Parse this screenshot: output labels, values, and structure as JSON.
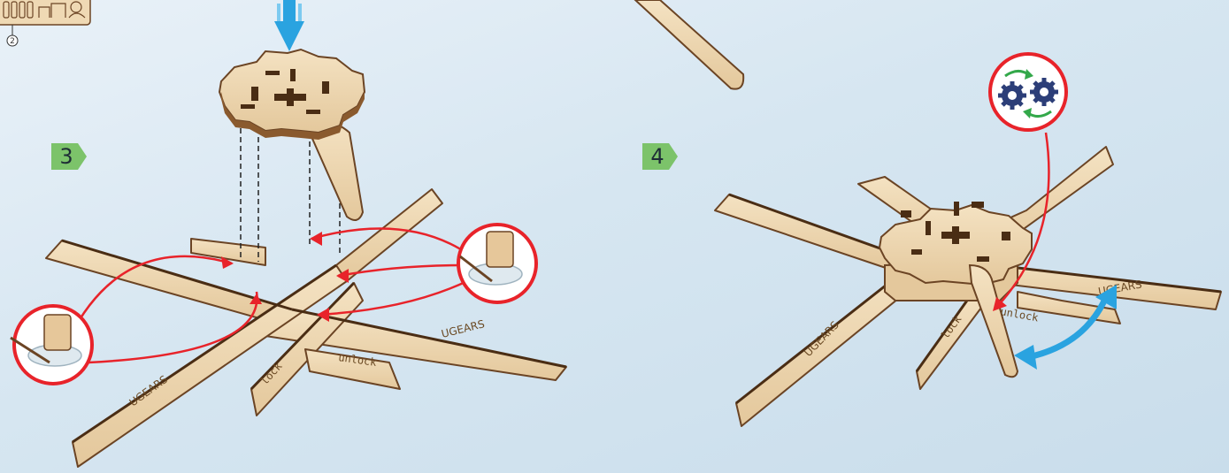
{
  "steps": {
    "step3": {
      "number": "3"
    },
    "step4": {
      "number": "4"
    }
  },
  "parts_sheet": {
    "number": "2"
  },
  "engravings": {
    "brand": "UGEARS",
    "unlock": "unlock",
    "lock": "lock"
  },
  "colors": {
    "wood": "#efd9b4",
    "wood_edge": "#6b4424",
    "arrow_red": "#e8232a",
    "arrow_blue": "#2aa3e0",
    "badge_green": "#7cc36a",
    "gear_navy": "#2c3e78",
    "rotate_green": "#33a84a"
  },
  "icons": [
    "down-arrow-icon",
    "gear-rotation-icon",
    "glue-bowl-icon",
    "double-arrow-icon"
  ]
}
